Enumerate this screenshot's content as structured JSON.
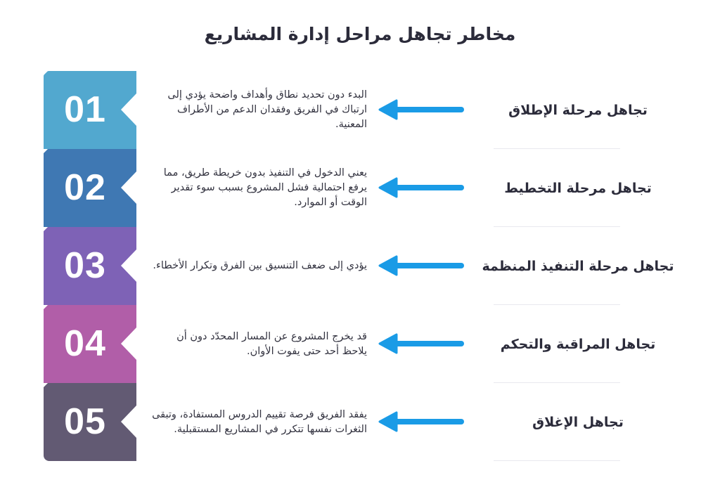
{
  "title": "مخاطر تجاهل مراحل إدارة المشاريع",
  "colors": {
    "arrow": "#1a9be6",
    "text": "#333340",
    "heading": "#2b2b3a"
  },
  "steps": [
    {
      "number": "01",
      "color": "#52a8cf",
      "label": "تجاهل مرحلة الإطلاق",
      "description": "البدء دون تحديد نطاق وأهداف واضحة يؤدي إلى ارتباك في الفريق وفقدان الدعم من الأطراف المعنية."
    },
    {
      "number": "02",
      "color": "#3f78b3",
      "label": "تجاهل مرحلة التخطيط",
      "description": "يعني الدخول في التنفيذ بدون خريطة طريق، مما يرفع احتمالية فشل المشروع بسبب سوء تقدير الوقت أو الموارد."
    },
    {
      "number": "03",
      "color": "#7e62b6",
      "label": "تجاهل مرحلة التنفيذ المنظمة",
      "description": "يؤدي إلى ضعف التنسيق بين الفرق وتكرار الأخطاء."
    },
    {
      "number": "04",
      "color": "#b15ea8",
      "label": "تجاهل المراقبة والتحكم",
      "description": "قد يخرج المشروع عن المسار المحدّد دون أن يلاحظ أحد حتى يفوت الأوان."
    },
    {
      "number": "05",
      "color": "#625a73",
      "label": "تجاهل الإغلاق",
      "description": "يفقد الفريق فرصة تقييم الدروس المستفادة، وتبقى الثغرات نفسها تتكرر في المشاريع المستقبلية."
    }
  ]
}
